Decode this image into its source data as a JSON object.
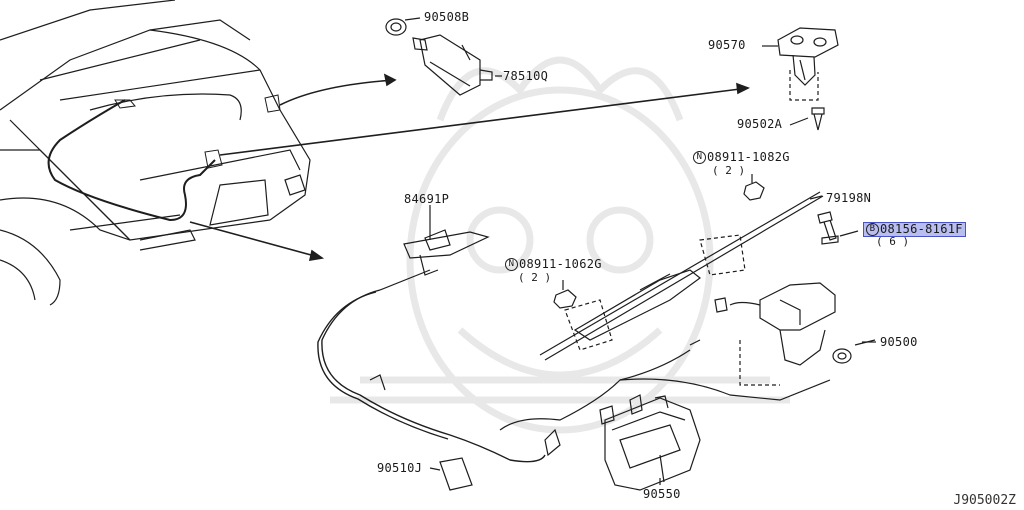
{
  "diagram": {
    "reference": "J905002Z",
    "parts": [
      {
        "id": "p1",
        "label": "90508B"
      },
      {
        "id": "p2",
        "label": "78510Q"
      },
      {
        "id": "p3",
        "label": "90570"
      },
      {
        "id": "p4",
        "label": "90502A"
      },
      {
        "id": "p5",
        "label": "08911-1082G",
        "prefix": "N",
        "qty": "( 2 )"
      },
      {
        "id": "p6",
        "label": "79198N"
      },
      {
        "id": "p7",
        "label": "08156-8161F",
        "prefix": "B",
        "qty": "( 6 )",
        "highlighted": true
      },
      {
        "id": "p8",
        "label": "84691P"
      },
      {
        "id": "p9",
        "label": "08911-1062G",
        "prefix": "N",
        "qty": "( 2 )"
      },
      {
        "id": "p10",
        "label": "90500"
      },
      {
        "id": "p11",
        "label": "90510J"
      },
      {
        "id": "p12",
        "label": "90550"
      }
    ],
    "colors": {
      "line": "#1e1e1e",
      "watermark": "#e9e9e9",
      "highlight": "#b9bef0"
    }
  }
}
